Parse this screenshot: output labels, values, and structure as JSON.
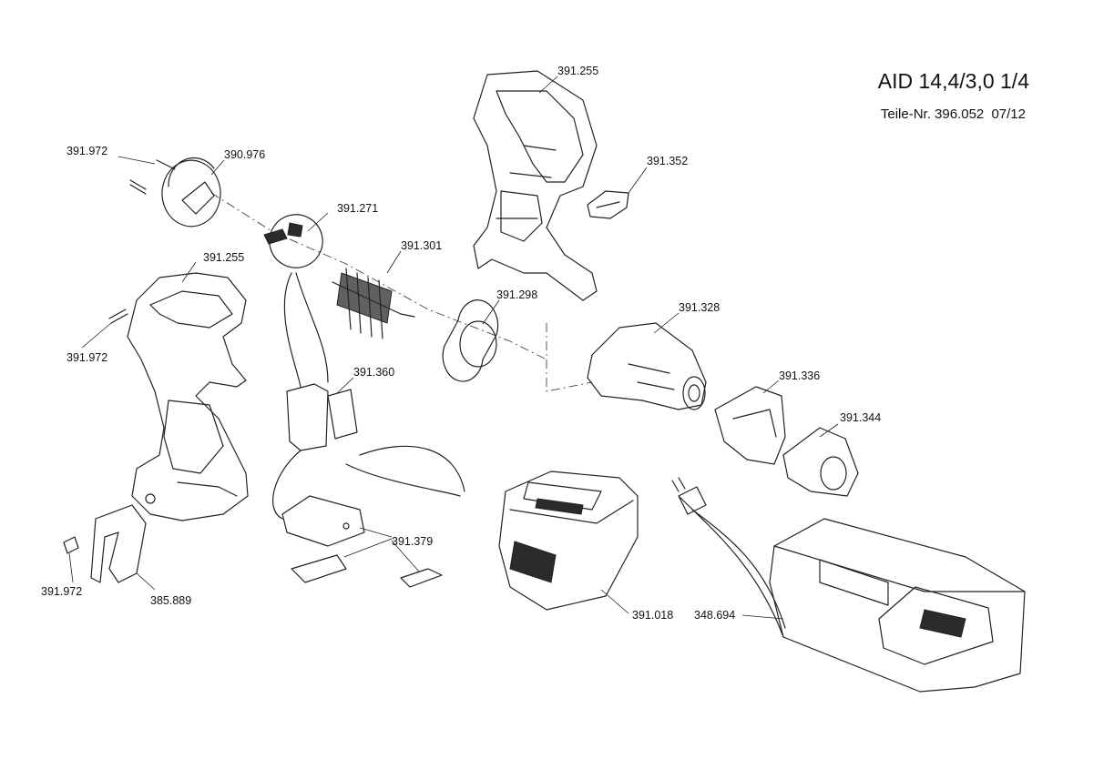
{
  "header": {
    "model": "AID 14,4/3,0 1/4",
    "part_no_label": "Teile-Nr. 396.052",
    "date": "07/12"
  },
  "parts": [
    {
      "id": "p1",
      "number": "391.255"
    },
    {
      "id": "p2",
      "number": "391.352"
    },
    {
      "id": "p3",
      "number": "391.972"
    },
    {
      "id": "p4",
      "number": "390.976"
    },
    {
      "id": "p5",
      "number": "391.271"
    },
    {
      "id": "p6",
      "number": "391.301"
    },
    {
      "id": "p7",
      "number": "391.255"
    },
    {
      "id": "p8",
      "number": "391.298"
    },
    {
      "id": "p9",
      "number": "391.328"
    },
    {
      "id": "p10",
      "number": "391.972"
    },
    {
      "id": "p11",
      "number": "391.360"
    },
    {
      "id": "p12",
      "number": "391.336"
    },
    {
      "id": "p13",
      "number": "391.344"
    },
    {
      "id": "p14",
      "number": "391.379"
    },
    {
      "id": "p15",
      "number": "391.972"
    },
    {
      "id": "p16",
      "number": "385.889"
    },
    {
      "id": "p17",
      "number": "391.018"
    },
    {
      "id": "p18",
      "number": "348.694"
    }
  ]
}
